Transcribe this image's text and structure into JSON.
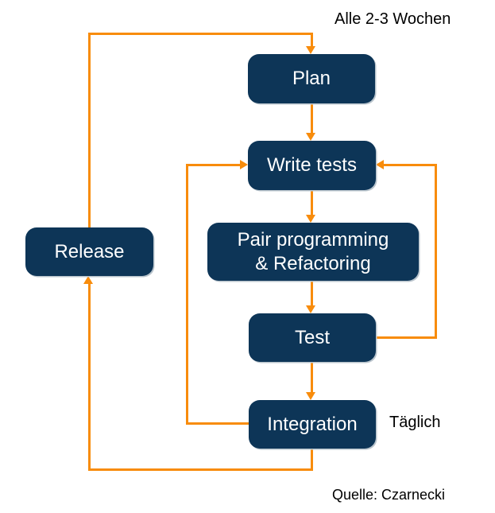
{
  "diagram_title": "XP development cycle flow",
  "colors": {
    "background": "#FFFFFF",
    "node_fill": "#0D3557",
    "node_text": "#FFFFFF",
    "arrow": "#F88C0C",
    "annotation_text": "#000000"
  },
  "annotations": {
    "cycle_label": "Alle 2-3 Wochen",
    "daily_label": "Täglich",
    "source_label": "Quelle: Czarnecki"
  },
  "nodes": {
    "plan": {
      "label": "Plan"
    },
    "write_tests": {
      "label": "Write tests"
    },
    "pair": {
      "label": "Pair programming & Refactoring",
      "line1": "Pair programming",
      "line2": "& Refactoring"
    },
    "test": {
      "label": "Test"
    },
    "integration": {
      "label": "Integration"
    },
    "release": {
      "label": "Release"
    }
  },
  "edges": [
    {
      "from": "release",
      "to": "plan",
      "note": "outer loop, every 2-3 weeks"
    },
    {
      "from": "plan",
      "to": "write_tests"
    },
    {
      "from": "write_tests",
      "to": "pair"
    },
    {
      "from": "pair",
      "to": "test"
    },
    {
      "from": "test",
      "to": "write_tests",
      "note": "right-side loop"
    },
    {
      "from": "test",
      "to": "integration"
    },
    {
      "from": "integration",
      "to": "write_tests",
      "note": "left-side loop, daily"
    },
    {
      "from": "integration",
      "to": "release",
      "note": "bottom loop"
    }
  ]
}
